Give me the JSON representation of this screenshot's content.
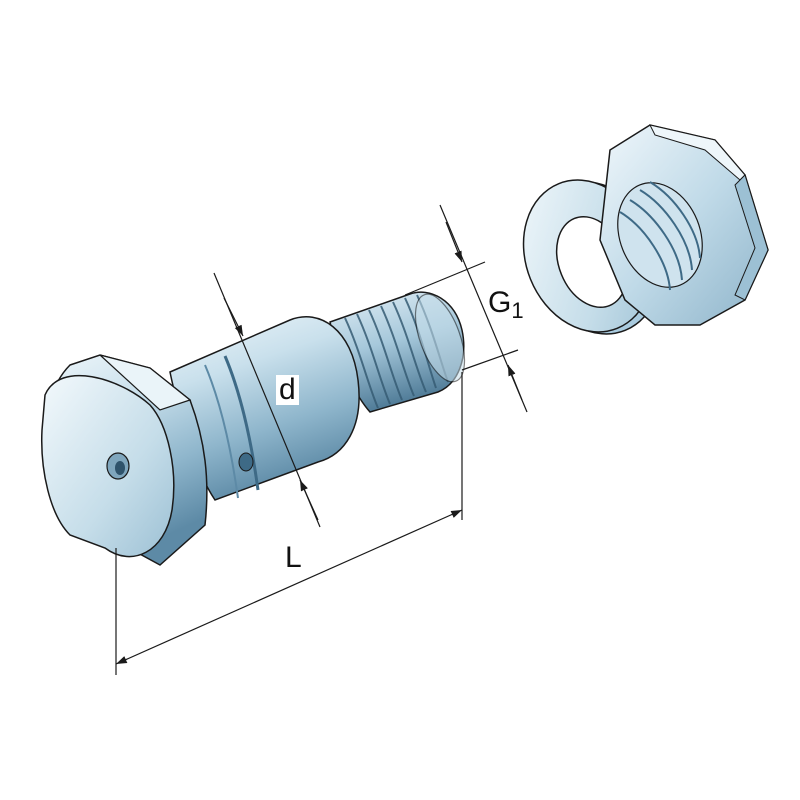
{
  "labels": {
    "d": "d",
    "L": "L",
    "G": "G",
    "G_sub": "1"
  },
  "colors": {
    "steel_light": "#dfeef6",
    "steel_mid": "#a9cbdf",
    "steel_dark": "#5d8aa6",
    "outline": "#1a1a1a",
    "dimension_line": "#1a1a1a"
  }
}
